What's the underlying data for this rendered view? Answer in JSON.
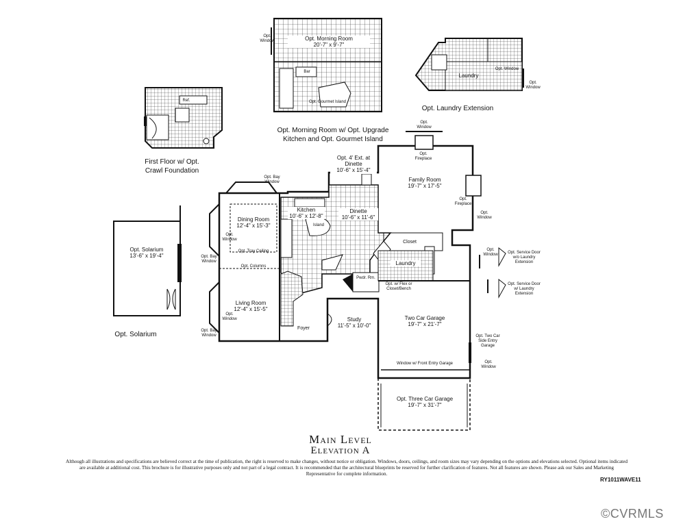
{
  "inset_labels": {
    "morning_room_window": "Opt.\nWindow",
    "morning_room": "Opt. Morning Room\n20'-7\" x 9'-7\"",
    "morning_bar": "Bar",
    "gourmet_island": "Opt. Gourmet Island",
    "laundry_ext_room": "Laundry",
    "laundry_ext_window": "Opt.\nWindow",
    "laundry_ext_side_window": "Opt. Window",
    "crawl_ref": "Ref."
  },
  "captions": {
    "morning_room_caption": "Opt. Morning Room w/ Opt. Upgrade\nKitchen and Opt. Gourmet Island",
    "laundry_caption": "Opt. Laundry Extension",
    "crawl_caption": "First Floor w/ Opt.\nCrawl Foundation",
    "solarium_caption": "Opt. Solarium"
  },
  "rooms": {
    "solarium": "Opt. Solarium\n13'-6\" x 19'-4\"",
    "bay_window_top": "Opt. Bay\nWindow",
    "bay_window_left1": "Opt. Bay\nWindow",
    "bay_window_left2": "Opt. Bay\nWindow",
    "opt_window_left": "Opt.\nWindow",
    "opt_window_living": "Opt.\nWindow",
    "dining_room": "Dining Room\n12'-4\" x 15'-3\"",
    "tray_ceiling": "Opt. Tray Ceiling",
    "columns": "Opt. Columns",
    "living_room": "Living Room\n12'-4\" x 15'-5\"",
    "kitchen": "Kitchen\n10'-6\" x 12'-8\"",
    "island": "Island",
    "dinette_ext": "Opt. 4' Ext. at\nDinette\n10'-6\" x 15'-4\"",
    "dinette": "Dinette\n10'-6\" x 11'-6\"",
    "family_room": "Family Room\n19'-7\" x 17'-5\"",
    "fireplace_top_window": "Opt.\nWindow",
    "fireplace_top": "Opt.\nFireplace",
    "fireplace_right": "Opt.\nFireplace",
    "family_window": "Opt.\nWindow",
    "closet": "Closet",
    "laundry": "Laundry",
    "powder": "Pwdr. Rm.",
    "flex_closet": "Opt. w/ Flex or\nCloset/Bench",
    "study": "Study\n11'-5\" x 10'-0\"",
    "foyer": "Foyer",
    "garage": "Two Car Garage\n19'-7\" x 21'-7\"",
    "garage_window_front": "Window w/ Front Entry Garage",
    "side_entry_garage": "Opt. Two Car\nSide Entry\nGarage",
    "garage_window_right": "Opt.\nWindow",
    "three_car": "Opt. Three Car Garage\n19'-7\" x 31'-7\"",
    "service_window": "Opt.\nWindow",
    "service_door1": "Opt. Service Door\nw/o Laundry\nExtension",
    "service_door2": "Opt. Service Door\nw/ Laundry\nExtension"
  },
  "title": {
    "line1": "Main Level",
    "line2": "Elevation A"
  },
  "disclaimer": "Although all illustrations and specifications are believed correct at the time of publication, the right is reserved to make changes, without notice or obligation. Windows, doors, ceilings, and room sizes may vary depending on the options and elevations selected. Optional items indicated are available at additional cost. This brochure is for illustrative purposes only and not part of a legal contract. It is recommended that the architectural blueprints be reserved for further clarification of features. Not all features are shown. Please ask our Sales and Marketing Representative for complete information.",
  "plan_code": "RY1011WAVE11",
  "watermark": "©CVRMLS"
}
